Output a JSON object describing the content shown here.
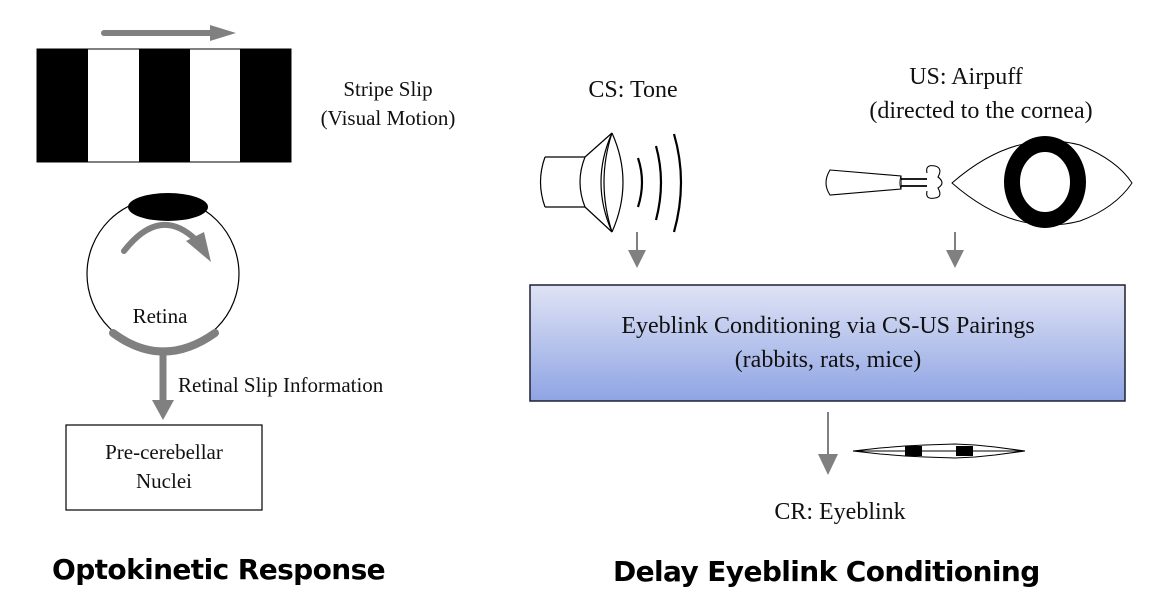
{
  "colors": {
    "arrow_grey": "#808080",
    "stripe_black": "#000000",
    "stripe_white": "#ffffff",
    "box_gradient_top": "#dfe3f4",
    "box_gradient_bottom": "#8fa4e4",
    "box_border": "#1f2030"
  },
  "left_panel": {
    "title": "Optokinetic Response",
    "stimulus": {
      "label_line1": "Stripe Slip",
      "label_line2": "(Visual Motion)",
      "stripe_pattern": [
        "black",
        "white",
        "black",
        "white",
        "black"
      ],
      "motion_direction": "right"
    },
    "eye": {
      "retina_label": "Retina",
      "rotation_direction": "clockwise"
    },
    "signal_label": "Retinal Slip Information",
    "target_box": {
      "line1": "Pre-cerebellar",
      "line2": "Nuclei"
    }
  },
  "right_panel": {
    "title": "Delay Eyeblink Conditioning",
    "cs": {
      "label": "CS: Tone",
      "icon": "speaker-icon"
    },
    "us": {
      "label_line1": "US: Airpuff",
      "label_line2": "(directed to the cornea)",
      "icon": "airpuff-nozzle-icon"
    },
    "conditioning_box": {
      "line1": "Eyeblink Conditioning via CS-US Pairings",
      "line2": "(rabbits, rats, mice)"
    },
    "cr": {
      "label": "CR: Eyeblink",
      "icon": "closed-eye-icon"
    }
  }
}
